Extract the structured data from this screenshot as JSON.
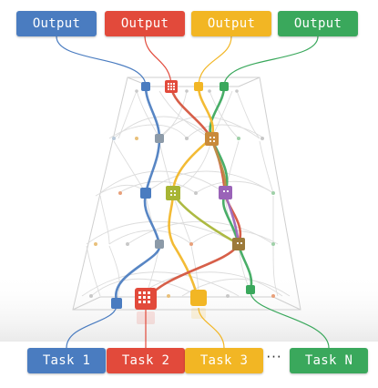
{
  "outputs": [
    {
      "label": "Output",
      "color": "#4a7cc0"
    },
    {
      "label": "Output",
      "color": "#e24a3b"
    },
    {
      "label": "Output",
      "color": "#f2b624"
    },
    {
      "label": "Output",
      "color": "#3aa85c"
    }
  ],
  "tasks": [
    {
      "label": "Task 1",
      "color": "#4a7cc0"
    },
    {
      "label": "Task 2",
      "color": "#e24a3b"
    },
    {
      "label": "Task 3",
      "color": "#f2b624"
    },
    {
      "label": "Task N",
      "color": "#3aa85c"
    }
  ],
  "ellipsis": "···",
  "colors": {
    "blue": "#4a7cc0",
    "red": "#e24a3b",
    "yellow": "#f2b624",
    "green": "#3aa85c",
    "olive": "#a7b534",
    "orange": "#c98a3a",
    "purple": "#9a63b8",
    "grid": "#d6d6d6"
  }
}
